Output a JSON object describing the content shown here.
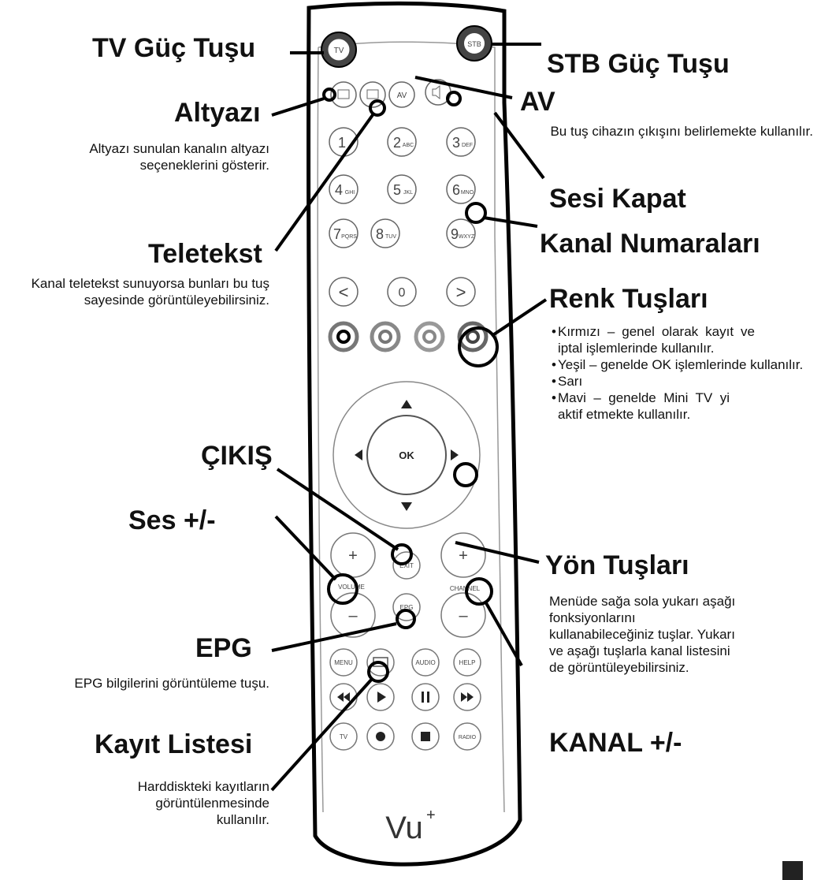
{
  "labels": {
    "tv_power": "TV Güç Tuşu",
    "stb_power": "STB Güç Tuşu",
    "subtitle": "Altyazı",
    "subtitle_desc": "Altyazı sunulan kanalın altyazı seçeneklerini gösterir.",
    "av": "AV",
    "av_desc": "Bu tuş cihazın çıkışını belirlemekte kullanılır.",
    "mute": "Sesi Kapat",
    "teletext": "Teletekst",
    "teletext_desc": "Kanal teletekst sunuyorsa bunları bu tuş sayesinde görüntüleyebilirsiniz.",
    "channel_numbers": "Kanal Numaraları",
    "color_keys": "Renk Tuşları",
    "color_items": [
      "Kırmızı – genel olarak kayıt ve iptal işlemlerinde kullanılır.",
      "Yeşil – genelde OK işlemlerinde kullanılır.",
      "Sarı",
      "Mavi – genelde Mini TV yi aktif etmekte kullanılır."
    ],
    "exit": "ÇIKIŞ",
    "volume": "Ses +/-",
    "direction_keys": "Yön Tuşları",
    "direction_desc": "Menüde sağa sola yukarı aşağı fonksiyonlarını kullanabileceğiniz tuşlar. Yukarı ve aşağı tuşlarla kanal listesini de görüntüleyebilirsiniz.",
    "epg": "EPG",
    "epg_desc": "EPG bilgilerini görüntüleme tuşu.",
    "record_list": "Kayıt Listesi",
    "record_list_desc": "Harddiskteki kayıtların görüntülenmesinde kullanılır.",
    "channel": "KANAL +/-"
  },
  "remote": {
    "tv": "TV",
    "stb": "STB",
    "av": "AV",
    "n1": "1",
    "n2": "2",
    "n2s": "ABC",
    "n3": "3",
    "n3s": "DEF",
    "n4": "4",
    "n4s": "GHI",
    "n5": "5",
    "n5s": "JKL",
    "n6": "6",
    "n6s": "MNO",
    "n7": "7",
    "n7s": "PQRS",
    "n8": "8",
    "n8s": "TUV",
    "n9": "9",
    "n9s": "WXYZ",
    "lt": "<",
    "zero": "0",
    "gt": ">",
    "ok": "OK",
    "plus": "+",
    "minus": "–",
    "volume": "VOLUME",
    "exit": "EXIT",
    "epg": "EPG",
    "channel": "CHANNEL",
    "menu": "MENU",
    "audio": "AUDIO",
    "help": "HELP",
    "tv2": "TV",
    "radio": "RADIO",
    "brand": "Vu",
    "brand_sup": "+"
  },
  "colors": {
    "red": "#8a8a8a",
    "green": "#9a9a9a",
    "yellow": "#a5a5a5",
    "blue": "#8f8f8f",
    "outline": "#000000"
  }
}
